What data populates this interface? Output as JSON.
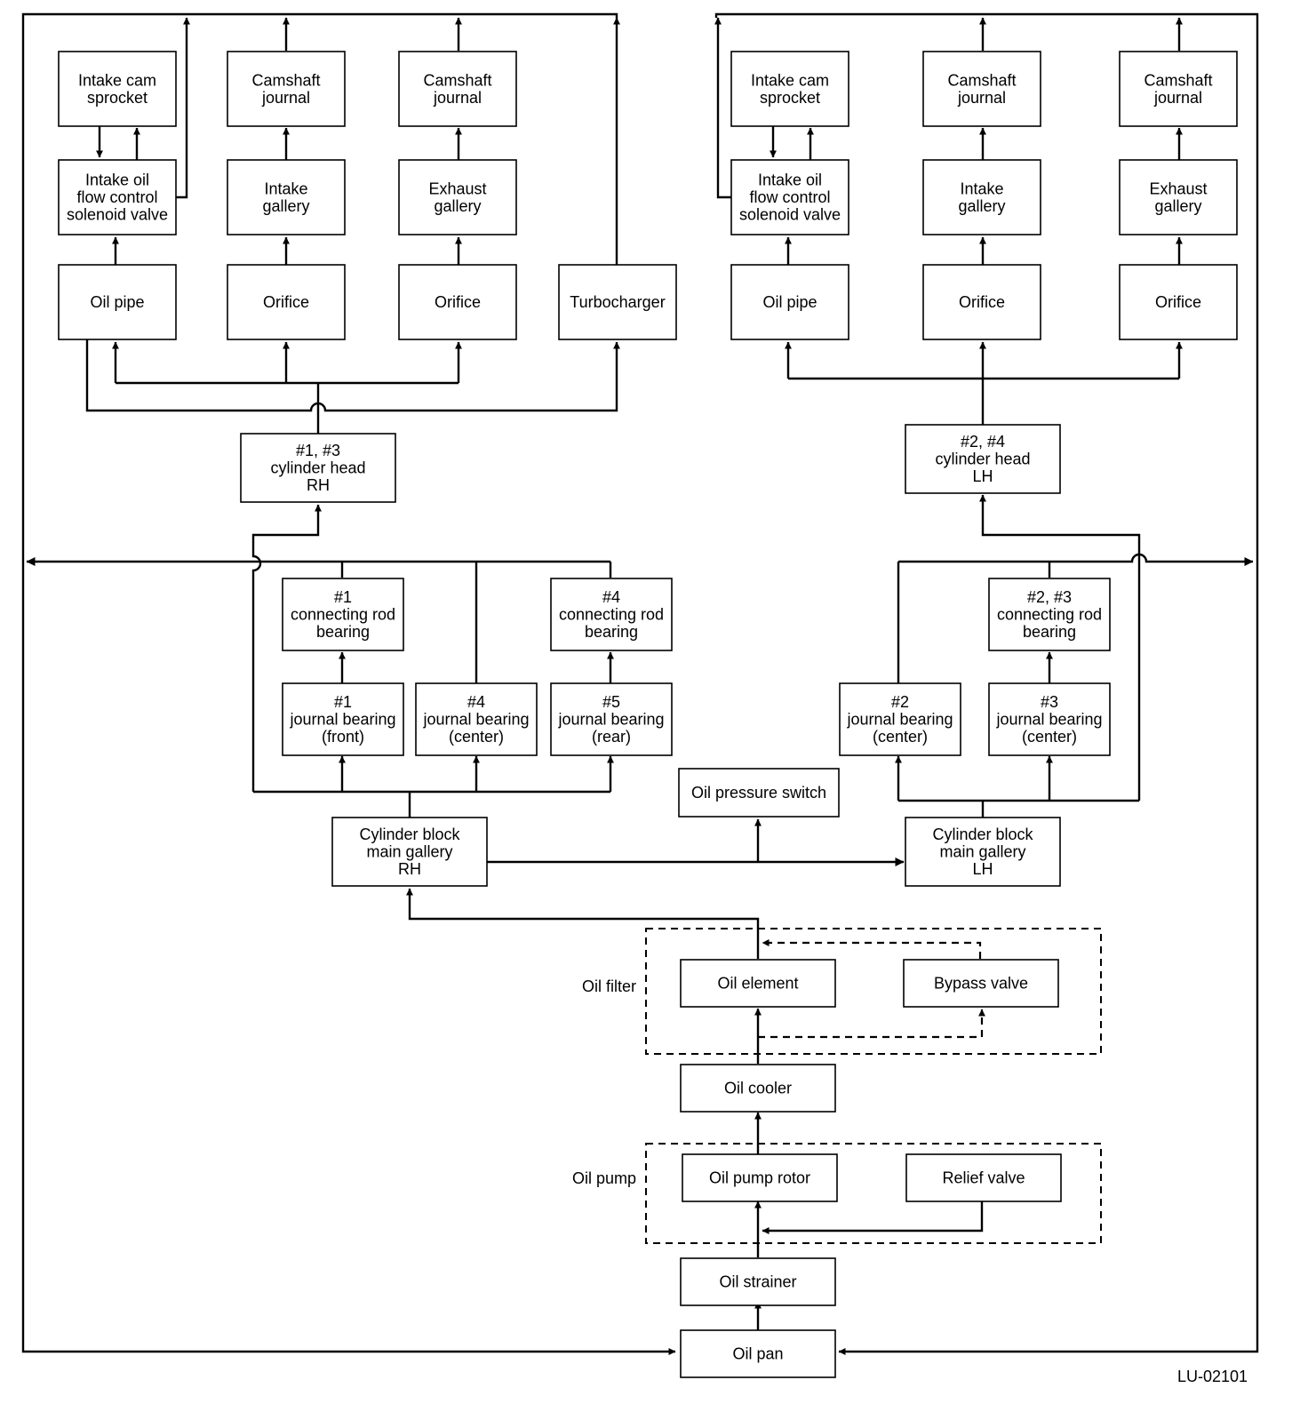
{
  "nodes": {
    "rh_intake_cam_sprocket": [
      "Intake cam",
      "sprocket"
    ],
    "rh_camshaft_journal_1": [
      "Camshaft",
      "journal"
    ],
    "rh_camshaft_journal_2": [
      "Camshaft",
      "journal"
    ],
    "rh_intake_ofc_valve": [
      "Intake oil",
      "flow control",
      "solenoid valve"
    ],
    "rh_intake_gallery": [
      "Intake",
      "gallery"
    ],
    "rh_exhaust_gallery": [
      "Exhaust",
      "gallery"
    ],
    "rh_oil_pipe": [
      "Oil pipe"
    ],
    "rh_orifice_1": [
      "Orifice"
    ],
    "rh_orifice_2": [
      "Orifice"
    ],
    "turbocharger": [
      "Turbocharger"
    ],
    "lh_intake_cam_sprocket": [
      "Intake cam",
      "sprocket"
    ],
    "lh_camshaft_journal_1": [
      "Camshaft",
      "journal"
    ],
    "lh_camshaft_journal_2": [
      "Camshaft",
      "journal"
    ],
    "lh_intake_ofc_valve": [
      "Intake oil",
      "flow control",
      "solenoid valve"
    ],
    "lh_intake_gallery": [
      "Intake",
      "gallery"
    ],
    "lh_exhaust_gallery": [
      "Exhaust",
      "gallery"
    ],
    "lh_oil_pipe": [
      "Oil pipe"
    ],
    "lh_orifice_1": [
      "Orifice"
    ],
    "lh_orifice_2": [
      "Orifice"
    ],
    "cyl_head_rh": [
      "#1, #3",
      "cylinder head",
      "RH"
    ],
    "cyl_head_lh": [
      "#2, #4",
      "cylinder head",
      "LH"
    ],
    "conrod_1": [
      "#1",
      "connecting rod",
      "bearing"
    ],
    "conrod_4": [
      "#4",
      "connecting rod",
      "bearing"
    ],
    "conrod_23": [
      "#2, #3",
      "connecting rod",
      "bearing"
    ],
    "journal_1": [
      "#1",
      "journal bearing",
      "(front)"
    ],
    "journal_4": [
      "#4",
      "journal bearing",
      "(center)"
    ],
    "journal_5": [
      "#5",
      "journal bearing",
      "(rear)"
    ],
    "journal_2": [
      "#2",
      "journal bearing",
      "(center)"
    ],
    "journal_3": [
      "#3",
      "journal bearing",
      "(center)"
    ],
    "oil_pressure_switch": [
      "Oil pressure switch"
    ],
    "main_gallery_rh": [
      "Cylinder block",
      "main gallery",
      "RH"
    ],
    "main_gallery_lh": [
      "Cylinder block",
      "main gallery",
      "LH"
    ],
    "oil_element": [
      "Oil element"
    ],
    "bypass_valve": [
      "Bypass valve"
    ],
    "oil_cooler": [
      "Oil cooler"
    ],
    "oil_pump_rotor": [
      "Oil pump rotor"
    ],
    "relief_valve": [
      "Relief valve"
    ],
    "oil_strainer": [
      "Oil strainer"
    ],
    "oil_pan": [
      "Oil pan"
    ]
  },
  "groups": {
    "oil_filter": "Oil filter",
    "oil_pump": "Oil pump"
  },
  "figure_code": "LU-02101"
}
